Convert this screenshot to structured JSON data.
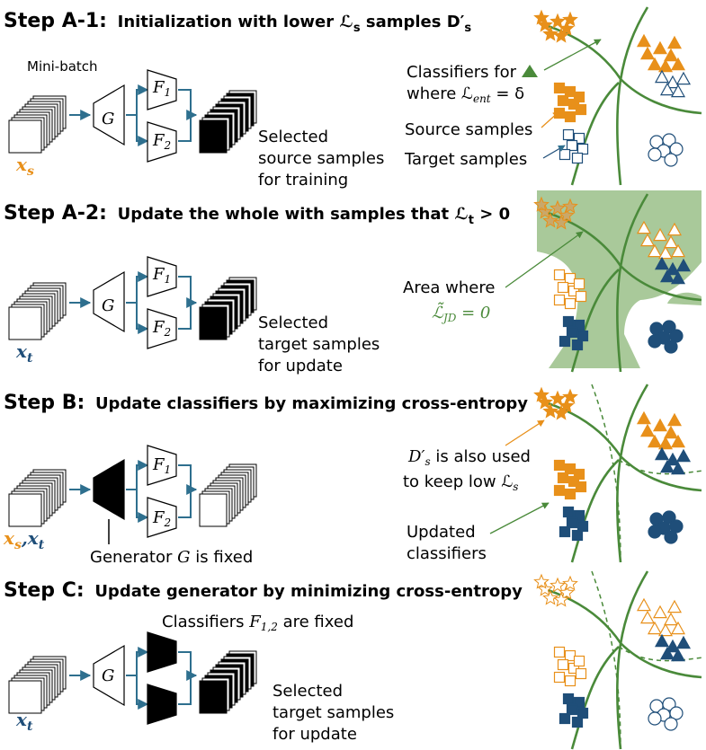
{
  "sections": [
    {
      "step": "Step A-1:",
      "title": "Initialization with lower ℒ",
      "title_sub": "s",
      "title_tail": " samples D′",
      "title_tail_sub": "s",
      "minibatch": "Mini-batch",
      "input_var": "x",
      "input_sub": "s",
      "input_color": "#e8901a",
      "generator": "G",
      "f1": "F",
      "f1_sub": "1",
      "f2": "F",
      "f2_sub": "2",
      "selected": [
        "Selected",
        "source samples",
        "for training"
      ],
      "annot_classifiers_1": "Classifiers for",
      "annot_classifiers_2": "where ℒ",
      "annot_classifiers_2_sub": "ent",
      "annot_classifiers_2_tail": " = δ",
      "annot_source": "Source samples",
      "annot_target": "Target samples"
    },
    {
      "step": "Step A-2:",
      "title": "Update the whole with samples that ℒ",
      "title_sub": "t",
      "title_tail": " > 0",
      "input_var": "x",
      "input_sub": "t",
      "input_color": "#1f4e79",
      "generator": "G",
      "f1": "F",
      "f1_sub": "1",
      "f2": "F",
      "f2_sub": "2",
      "selected": [
        "Selected",
        "target samples",
        "for update"
      ],
      "annot_area_1": "Area where",
      "annot_area_2": "ℒ̃",
      "annot_area_2_sub": "JD",
      "annot_area_2_tail": " = 0"
    },
    {
      "step": "Step B:",
      "title": "Update classifiers by maximizing cross-entropy",
      "input_var_1": "x",
      "input_sub_1": "s",
      "input_comma": ",",
      "input_var_2": "x",
      "input_sub_2": "t",
      "f1": "F",
      "f1_sub": "1",
      "f2": "F",
      "f2_sub": "2",
      "generator_fixed": "Generator ",
      "generator_fixed_var": "G",
      "generator_fixed_tail": " is fixed",
      "annot_ds_1": "D′",
      "annot_ds_1_sub": "s",
      "annot_ds_1_tail": " is also used",
      "annot_ds_2": "to keep low ℒ",
      "annot_ds_2_sub": "s",
      "annot_updated_1": "Updated",
      "annot_updated_2": "classifiers"
    },
    {
      "step": "Step C:",
      "title": "Update generator by minimizing cross-entropy",
      "input_var": "x",
      "input_sub": "t",
      "generator": "G",
      "classifiers_fixed": "Classifiers ",
      "classifiers_fixed_var": "F",
      "classifiers_fixed_sub": "1,2",
      "classifiers_fixed_tail": " are fixed",
      "selected": [
        "Selected",
        "target samples",
        "for update"
      ]
    }
  ],
  "colors": {
    "orange": "#e8901a",
    "navy": "#1f4e79",
    "green": "#4a8a3a",
    "green_area": "#a9c99a",
    "arrow": "#2e6f8e"
  }
}
